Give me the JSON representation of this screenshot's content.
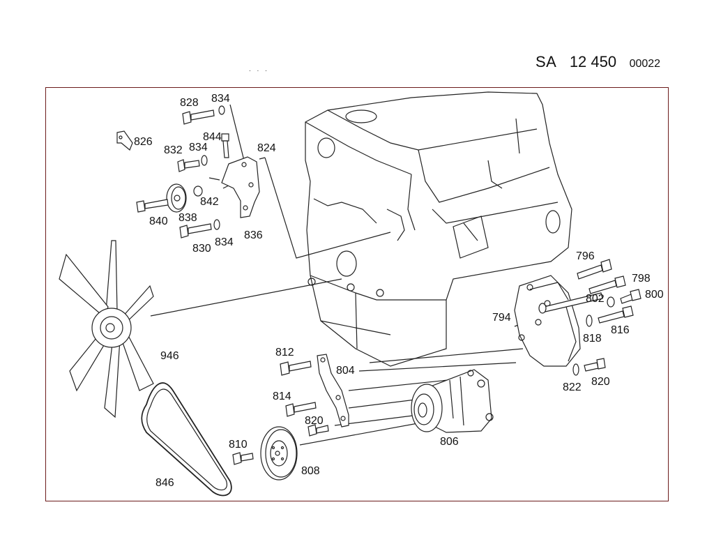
{
  "header": {
    "code": "SA",
    "number": "12 450",
    "sheet": "00022",
    "dots": ". . ."
  },
  "parts": [
    {
      "id": "p828",
      "label": "828"
    },
    {
      "id": "p834a",
      "label": "834"
    },
    {
      "id": "p826",
      "label": "826"
    },
    {
      "id": "p844",
      "label": "844"
    },
    {
      "id": "p832",
      "label": "832"
    },
    {
      "id": "p834b",
      "label": "834"
    },
    {
      "id": "p824",
      "label": "824"
    },
    {
      "id": "p842",
      "label": "842"
    },
    {
      "id": "p840",
      "label": "840"
    },
    {
      "id": "p838",
      "label": "838"
    },
    {
      "id": "p836",
      "label": "836"
    },
    {
      "id": "p830",
      "label": "830"
    },
    {
      "id": "p834c",
      "label": "834"
    },
    {
      "id": "p796",
      "label": "796"
    },
    {
      "id": "p798",
      "label": "798"
    },
    {
      "id": "p802",
      "label": "802"
    },
    {
      "id": "p800",
      "label": "800"
    },
    {
      "id": "p794",
      "label": "794"
    },
    {
      "id": "p818",
      "label": "818"
    },
    {
      "id": "p816",
      "label": "816"
    },
    {
      "id": "p946",
      "label": "946"
    },
    {
      "id": "p812",
      "label": "812"
    },
    {
      "id": "p804",
      "label": "804"
    },
    {
      "id": "p822",
      "label": "822"
    },
    {
      "id": "p820a",
      "label": "820"
    },
    {
      "id": "p814",
      "label": "814"
    },
    {
      "id": "p820b",
      "label": "820"
    },
    {
      "id": "p806",
      "label": "806"
    },
    {
      "id": "p810",
      "label": "810"
    },
    {
      "id": "p808",
      "label": "808"
    },
    {
      "id": "p846",
      "label": "846"
    }
  ]
}
